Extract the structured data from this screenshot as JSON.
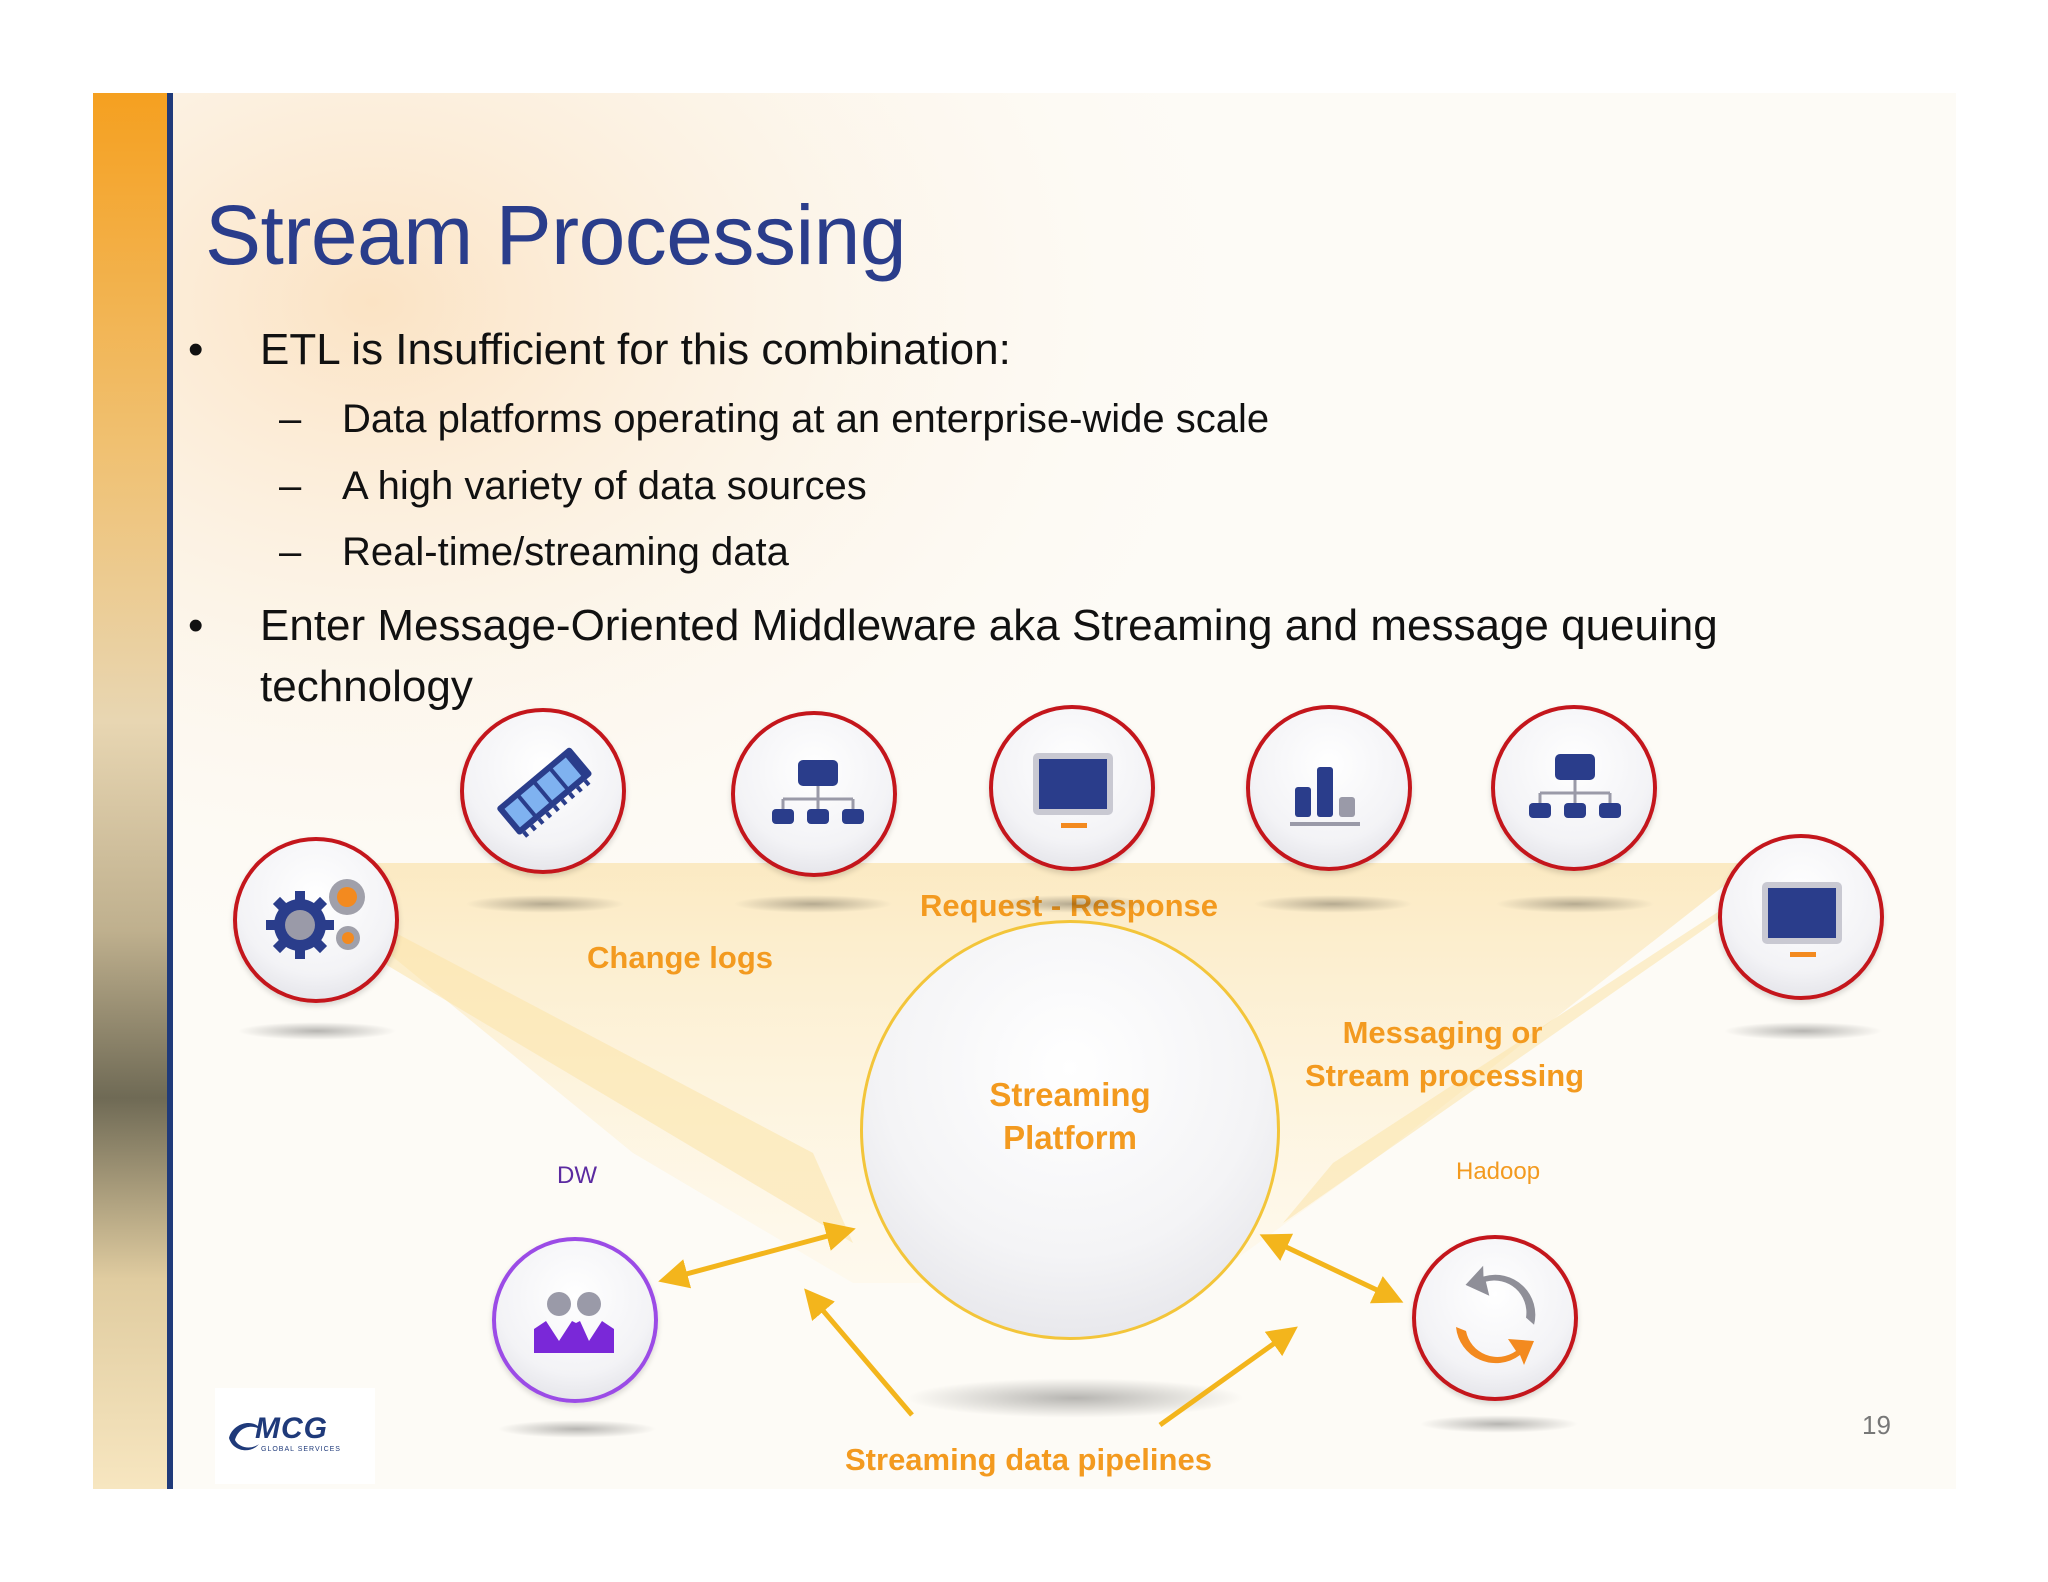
{
  "slide": {
    "title": "Stream Processing",
    "bullets": [
      {
        "text": "ETL is Insufficient for this combination:",
        "subitems": [
          "Data platforms operating at an enterprise-wide scale",
          "A high variety of data sources",
          "Real-time/streaming data"
        ]
      },
      {
        "text_line1": "Enter Message-Oriented Middleware aka Streaming and message queuing",
        "text_line2": "technology"
      }
    ],
    "bullet_mark": "•",
    "dash_mark": "–",
    "page_number": "19"
  },
  "diagram": {
    "center_label_line1": "Streaming",
    "center_label_line2": "Platform",
    "labels": {
      "change_logs": "Change logs",
      "request_response": "Request - Response",
      "messaging_line1": "Messaging or",
      "messaging_line2": "Stream processing",
      "pipelines": "Streaming data pipelines",
      "dw": "DW",
      "hadoop": "Hadoop"
    },
    "icons": [
      "gears-icon",
      "memory-chip-icon",
      "org-chart-icon",
      "monitor-icon",
      "bar-chart-icon",
      "org-chart-icon",
      "monitor-icon",
      "users-icon",
      "refresh-icon"
    ],
    "colors": {
      "ring": "#c4161c",
      "ring_dw": "#9b4be6",
      "label": "#f39a1f",
      "arrow": "#f3b51c",
      "icon_blue": "#2a3d8b",
      "title": "#2a3d8b",
      "dw_text": "#5b2aa0"
    }
  },
  "logo": {
    "text": "MCG",
    "subtext": "GLOBAL SERVICES"
  }
}
